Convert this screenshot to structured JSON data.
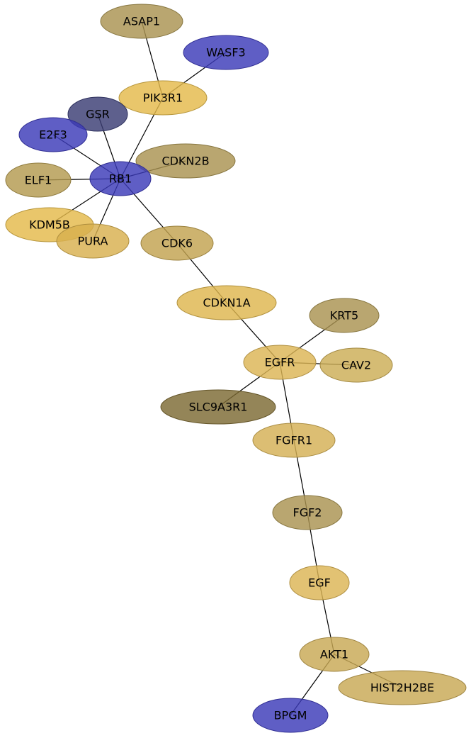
{
  "network": {
    "colors": {
      "edge": "#000000",
      "gold": "#e4ba4a",
      "gold_dark": "#a99350",
      "blue": "#3c3ab8",
      "navy": "#3a3d74",
      "olive": "#7d6a33"
    },
    "nodes": [
      {
        "id": "ASAP1",
        "label": "ASAP1",
        "color": "#a99350"
      },
      {
        "id": "WASF3",
        "label": "WASF3",
        "color": "#3c3ab8"
      },
      {
        "id": "PIK3R1",
        "label": "PIK3R1",
        "color": "#e4ba4a"
      },
      {
        "id": "GSR",
        "label": "GSR",
        "color": "#3a3d74"
      },
      {
        "id": "E2F3",
        "label": "E2F3",
        "color": "#3c3ab8"
      },
      {
        "id": "CDKN2B",
        "label": "CDKN2B",
        "color": "#a99350"
      },
      {
        "id": "ELF1",
        "label": "ELF1",
        "color": "#b39a4f"
      },
      {
        "id": "RB1",
        "label": "RB1",
        "color": "#3c3ab8"
      },
      {
        "id": "KDM5B",
        "label": "KDM5B",
        "color": "#e4ba4a"
      },
      {
        "id": "PURA",
        "label": "PURA",
        "color": "#d8b04e"
      },
      {
        "id": "CDK6",
        "label": "CDK6",
        "color": "#c2a24f"
      },
      {
        "id": "CDKN1A",
        "label": "CDKN1A",
        "color": "#deb64e"
      },
      {
        "id": "KRT5",
        "label": "KRT5",
        "color": "#a99350"
      },
      {
        "id": "EGFR",
        "label": "EGFR",
        "color": "#dcb454"
      },
      {
        "id": "CAV2",
        "label": "CAV2",
        "color": "#ccad55"
      },
      {
        "id": "SLC9A3R1",
        "label": "SLC9A3R1",
        "color": "#7d6a33"
      },
      {
        "id": "FGFR1",
        "label": "FGFR1",
        "color": "#d4b054"
      },
      {
        "id": "FGF2",
        "label": "FGF2",
        "color": "#a99350"
      },
      {
        "id": "EGF",
        "label": "EGF",
        "color": "#dcb454"
      },
      {
        "id": "AKT1",
        "label": "AKT1",
        "color": "#c8a854"
      },
      {
        "id": "HIST2H2BE",
        "label": "HIST2H2BE",
        "color": "#c8a854"
      },
      {
        "id": "BPGM",
        "label": "BPGM",
        "color": "#3c3ab8"
      }
    ],
    "edges": [
      [
        "ASAP1",
        "PIK3R1"
      ],
      [
        "WASF3",
        "PIK3R1"
      ],
      [
        "PIK3R1",
        "RB1"
      ],
      [
        "GSR",
        "RB1"
      ],
      [
        "E2F3",
        "RB1"
      ],
      [
        "CDKN2B",
        "RB1"
      ],
      [
        "ELF1",
        "RB1"
      ],
      [
        "KDM5B",
        "RB1"
      ],
      [
        "PURA",
        "RB1"
      ],
      [
        "RB1",
        "CDK6"
      ],
      [
        "CDK6",
        "CDKN1A"
      ],
      [
        "CDKN1A",
        "EGFR"
      ],
      [
        "KRT5",
        "EGFR"
      ],
      [
        "CAV2",
        "EGFR"
      ],
      [
        "SLC9A3R1",
        "EGFR"
      ],
      [
        "EGFR",
        "FGFR1"
      ],
      [
        "FGFR1",
        "FGF2"
      ],
      [
        "FGF2",
        "EGF"
      ],
      [
        "EGF",
        "AKT1"
      ],
      [
        "AKT1",
        "HIST2H2BE"
      ],
      [
        "AKT1",
        "BPGM"
      ]
    ]
  }
}
